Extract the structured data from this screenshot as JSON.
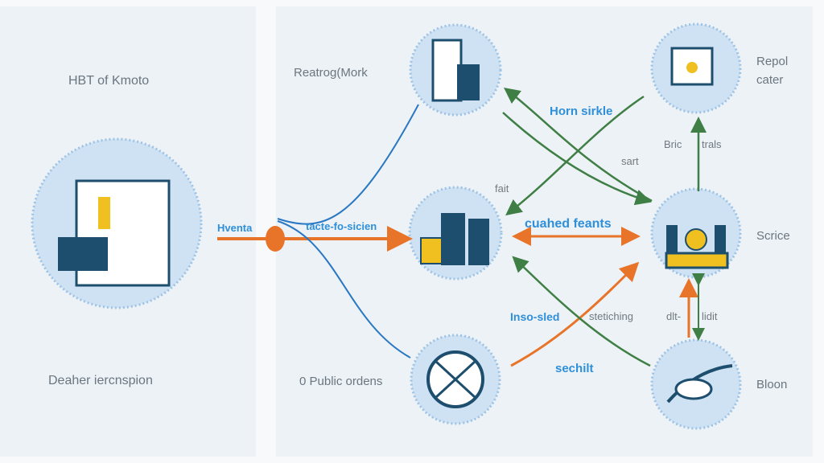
{
  "left_panel": {
    "title": "HBT of Kmoto",
    "caption": "Deaher iercnspion",
    "arrow_label": "Hventa"
  },
  "nodes": {
    "top_mid": "Reatrog(Mork",
    "bottom_mid": "0 Public ordens",
    "top_right": [
      "Repol",
      "cater"
    ],
    "mid_right": "Scrice",
    "bottom_right": "Bloon"
  },
  "edge_labels": {
    "incoming": "tacte-fo-sicien",
    "horn": "Horn sirkle",
    "fait": "fait",
    "sart": "sart",
    "crushed": "cuahed feants",
    "bric": "Bric",
    "trals": "trals",
    "inso": "Inso-sled",
    "stetiching": "stetiching",
    "sechilt": "sechilt",
    "dlt": "dlt-",
    "lidit": "lidit"
  },
  "colors": {
    "blue": "#2a78c2",
    "green": "#3f7f45",
    "orange": "#e8742a",
    "node_fill": "#cfe2f3",
    "label_blue": "#2f8fd8"
  }
}
